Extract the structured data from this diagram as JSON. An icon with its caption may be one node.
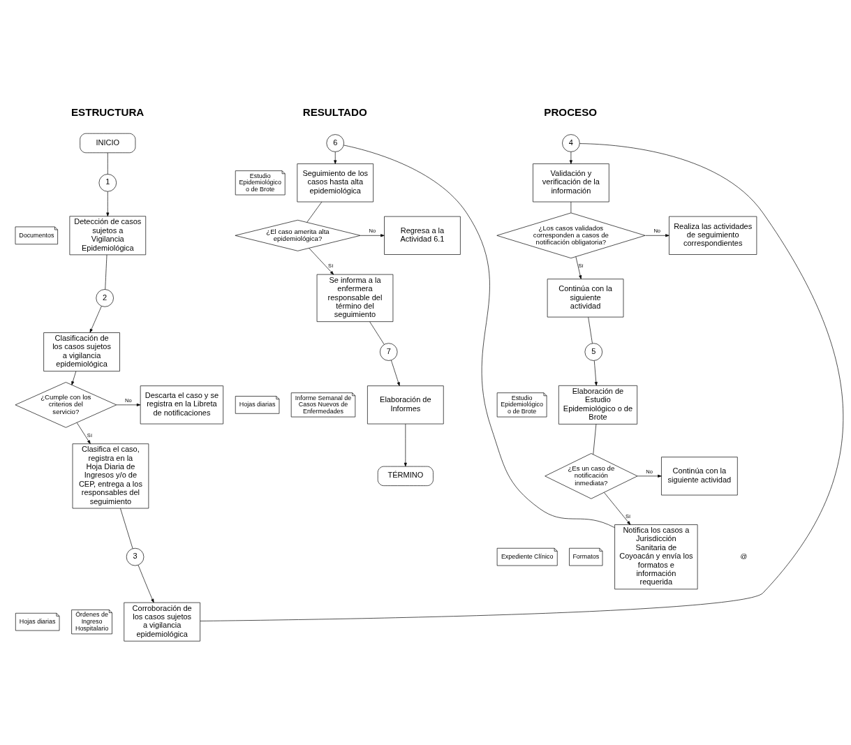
{
  "diagram": {
    "nodes": [
      {
        "text": [
          "INICIO"
        ]
      },
      {
        "text": [
          "1"
        ]
      },
      {
        "text": [
          "Detección de casos sujetos a Vigilancia Epidemiológica"
        ]
      },
      {
        "text": [
          "Documentos"
        ]
      },
      {
        "text": [
          "2"
        ]
      },
      {
        "text": [
          "Clasificación de los casos sujetos a vigilancia epidemiológica"
        ]
      },
      {
        "text": [
          "¿Cumple con los criterios del servicio?"
        ]
      },
      {
        "text": [
          "Descarta el caso y se registra en la Libreta de notificaciones"
        ]
      },
      {
        "text": [
          "Clasifica el caso, registra en la Hoja Diaria de Ingresos y/o de CEP, entrega a los responsables del seguimiento"
        ]
      },
      {
        "text": [
          "3"
        ]
      },
      {
        "text": [
          "Corroboración de los casos sujetos a vigilancia epidemiológica"
        ]
      },
      {
        "text": [
          "Órdenes de Ingreso Hospitalario"
        ]
      },
      {
        "text": [
          "Hojas diarias"
        ]
      },
      {
        "text": [
          "4"
        ]
      },
      {
        "text": [
          "Validación y verificación de la información"
        ]
      },
      {
        "text": [
          "¿Los casos validados corresponden a casos de notificación obligatoria?"
        ]
      },
      {
        "text": [
          "Realiza las actividades de seguimiento correspondientes"
        ]
      },
      {
        "text": [
          "Continúa con la siguiente actividad"
        ]
      },
      {
        "text": [
          "5"
        ]
      },
      {
        "text": [
          "Elaboración de Estudio Epidemiológico o de Brote"
        ]
      },
      {
        "text": [
          "Estudio Epidemiológico o de Brote"
        ]
      },
      {
        "text": [
          "¿Es un caso de notificación inmediata?"
        ]
      },
      {
        "text": [
          "Continúa con la siguiente actividad"
        ]
      },
      {
        "text": [
          "Notifica los casos a Jurisdicción Sanitaria de Coyoacán y envía los formatos e información requerida"
        ]
      },
      {
        "text": [
          "Formatos"
        ]
      },
      {
        "text": [
          "Expediente Clínico"
        ]
      },
      {
        "text": [
          "6"
        ]
      },
      {
        "text": [
          "Seguimiento de los casos hasta alta epidemiológica"
        ]
      },
      {
        "text": [
          "Estudio Epidemiológico o de Brote"
        ]
      },
      {
        "text": [
          "¿El caso amerita alta epidemiológica?"
        ]
      },
      {
        "text": [
          "Regresa a la Actividad 6.1"
        ]
      },
      {
        "text": [
          "Se informa a la enfermera responsable del término del seguimiento"
        ]
      },
      {
        "text": [
          "7"
        ]
      },
      {
        "text": [
          "Elaboración de Informes"
        ]
      },
      {
        "text": [
          "Informe Semanal de Casos Nuevos de Enfermedades"
        ]
      },
      {
        "text": [
          "Hojas diarias"
        ]
      },
      {
        "text": [
          "TÉRMINO"
        ]
      }
    ],
    "edges": [
      {
        "from": 0,
        "to": 1,
        "arrow": "none"
      },
      {
        "from": 1,
        "to": 2,
        "arrow": "to"
      },
      {
        "from": 2,
        "to": 4,
        "arrow": "none"
      },
      {
        "from": 4,
        "to": 5,
        "arrow": "to"
      },
      {
        "from": 5,
        "to": 6,
        "arrow": "to"
      },
      {
        "from": 6,
        "to": 7,
        "arrow": "to",
        "label": "No"
      },
      {
        "from": 6,
        "to": 8,
        "arrow": "to",
        "label": "Sí"
      },
      {
        "from": 8,
        "to": 9,
        "arrow": "none"
      },
      {
        "from": 9,
        "to": 10,
        "arrow": "to"
      },
      {
        "from": 10,
        "to": 13,
        "arrow": "none"
      },
      {
        "from": 13,
        "to": 14,
        "arrow": "to"
      },
      {
        "from": 14,
        "to": 15,
        "arrow": "none"
      },
      {
        "from": 15,
        "to": 16,
        "arrow": "to",
        "label": "No"
      },
      {
        "from": 15,
        "to": 17,
        "arrow": "to",
        "label": "Sí"
      },
      {
        "from": 17,
        "to": 18,
        "arrow": "none"
      },
      {
        "from": 18,
        "to": 19,
        "arrow": "to"
      },
      {
        "from": 19,
        "to": 21,
        "arrow": "none"
      },
      {
        "from": 21,
        "to": 22,
        "arrow": "to",
        "label": "No"
      },
      {
        "from": 21,
        "to": 23,
        "arrow": "to",
        "label": "Sí"
      },
      {
        "from": 23,
        "to": 26,
        "arrow": "none"
      },
      {
        "from": 26,
        "to": 27,
        "arrow": "to"
      },
      {
        "from": 27,
        "to": 29,
        "arrow": "none"
      },
      {
        "from": 29,
        "to": 30,
        "arrow": "to",
        "label": "No"
      },
      {
        "from": 29,
        "to": 31,
        "arrow": "to",
        "label": "Sí"
      },
      {
        "from": 31,
        "to": 32,
        "arrow": "none"
      },
      {
        "from": 32,
        "to": 33,
        "arrow": "to"
      },
      {
        "from": 33,
        "to": 36,
        "arrow": "to"
      }
    ],
    "labels": [
      "ESTRUCTURA",
      "PROCESO",
      "RESULTADO",
      "@"
    ]
  }
}
